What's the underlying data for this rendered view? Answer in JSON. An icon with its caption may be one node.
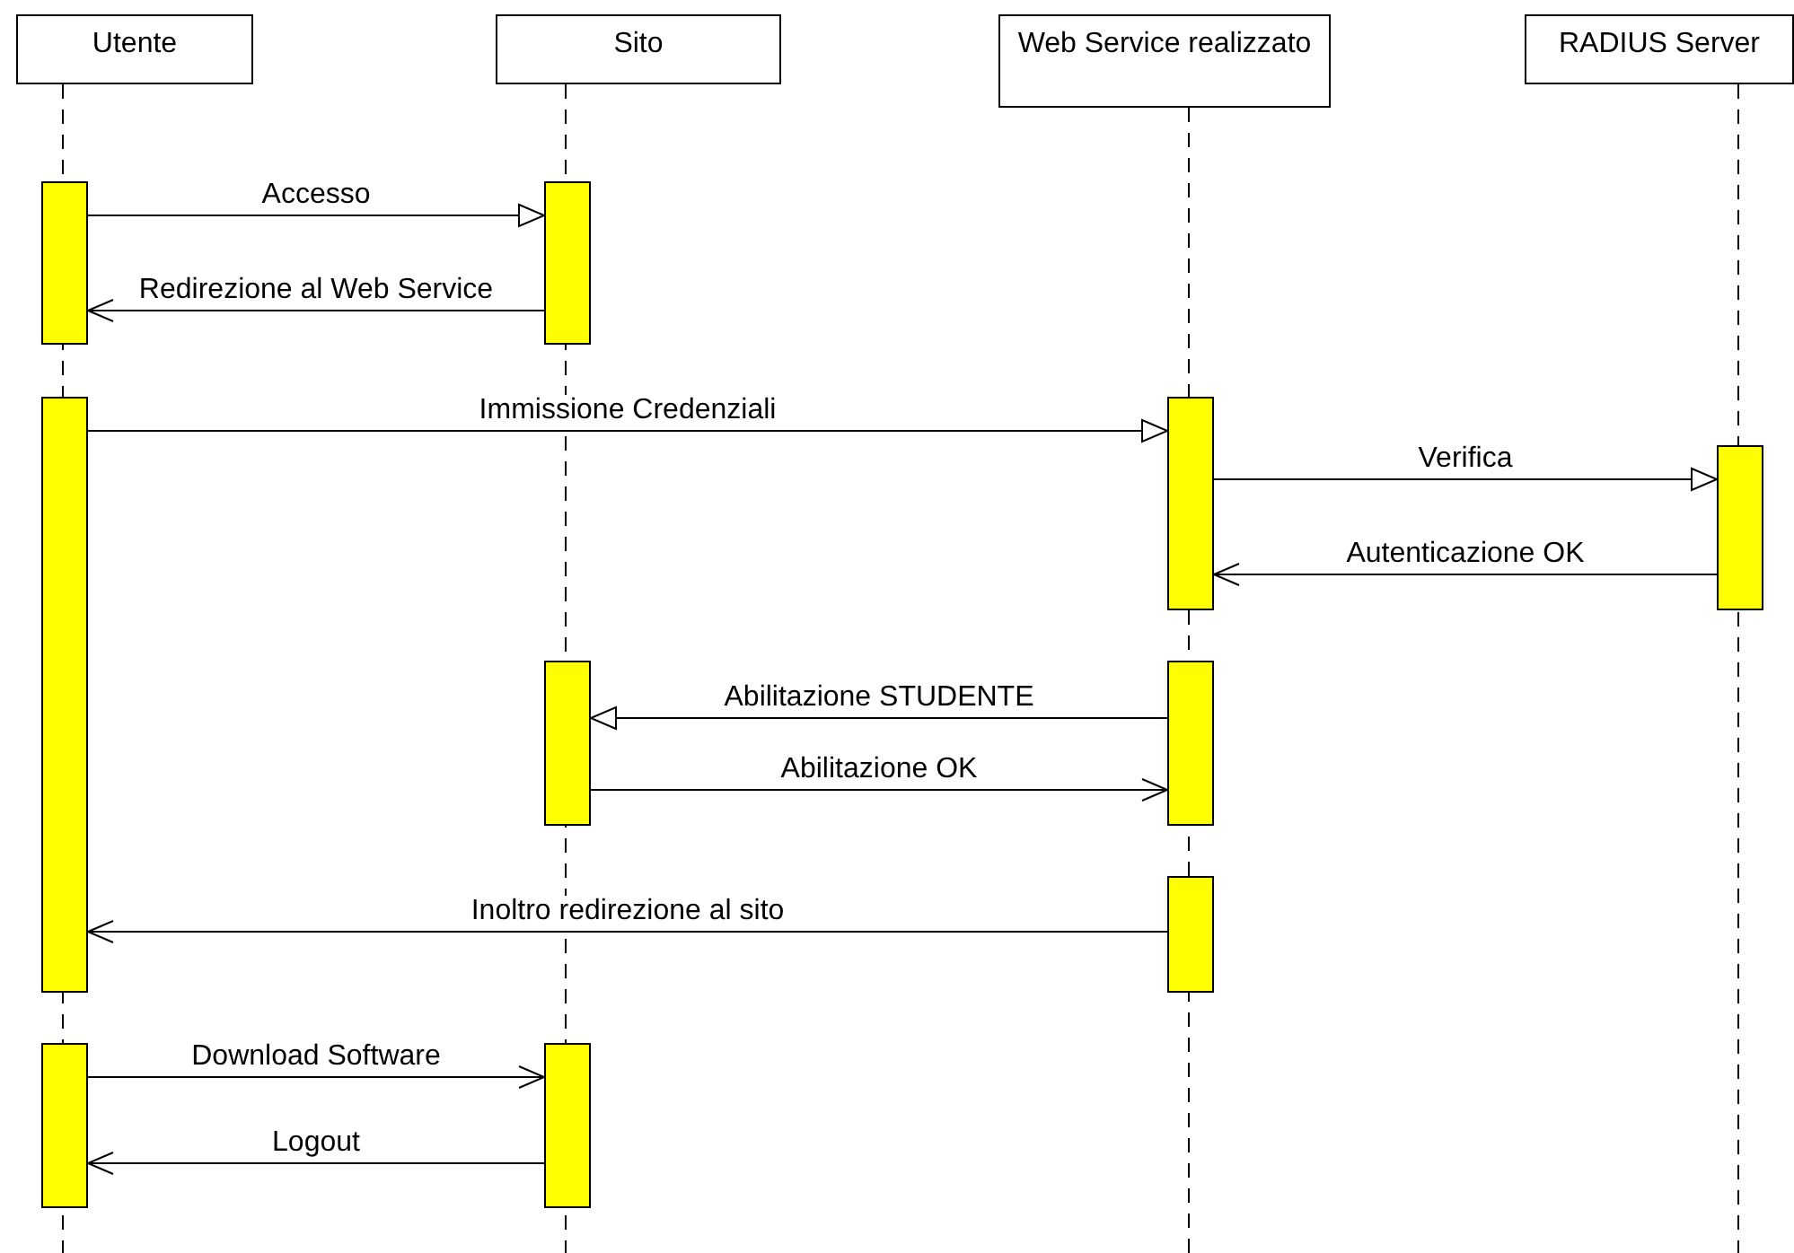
{
  "diagram": {
    "nodes": [
      {
        "text": [
          "Utente"
        ]
      },
      {
        "text": [
          "Sito"
        ]
      },
      {
        "text": [
          "Web Service realizzato"
        ]
      },
      {
        "text": [
          "RADIUS Server"
        ]
      },
      {
        "text": [],
        "shape": "bar"
      },
      {
        "text": [],
        "shape": "bar"
      },
      {
        "text": [],
        "shape": "bar"
      },
      {
        "text": [],
        "shape": "bar"
      },
      {
        "text": [],
        "shape": "bar"
      },
      {
        "text": [],
        "shape": "bar"
      },
      {
        "text": [],
        "shape": "bar"
      },
      {
        "text": [],
        "shape": "bar"
      },
      {
        "text": [],
        "shape": "bar"
      },
      {
        "text": [],
        "shape": "bar"
      }
    ],
    "edges": [
      {
        "from": 4,
        "to": 5,
        "arrow": "to",
        "label": "Accesso"
      },
      {
        "from": 5,
        "to": 4,
        "arrow": "to",
        "label": "Redirezione al Web Service"
      },
      {
        "from": 6,
        "to": 7,
        "arrow": "to",
        "label": "Immissione Credenziali"
      },
      {
        "from": 7,
        "to": 8,
        "arrow": "to",
        "label": "Verifica"
      },
      {
        "from": 8,
        "to": 7,
        "arrow": "to",
        "label": "Autenticazione OK"
      },
      {
        "from": 10,
        "to": 9,
        "arrow": "to",
        "label": "Abilitazione STUDENTE"
      },
      {
        "from": 9,
        "to": 10,
        "arrow": "to",
        "label": "Abilitazione OK"
      },
      {
        "from": 11,
        "to": 6,
        "arrow": "to",
        "label": "Inoltro redirezione al sito"
      },
      {
        "from": 12,
        "to": 13,
        "arrow": "to",
        "label": "Download Software"
      },
      {
        "from": 13,
        "to": 12,
        "arrow": "to",
        "label": "Logout"
      }
    ]
  }
}
